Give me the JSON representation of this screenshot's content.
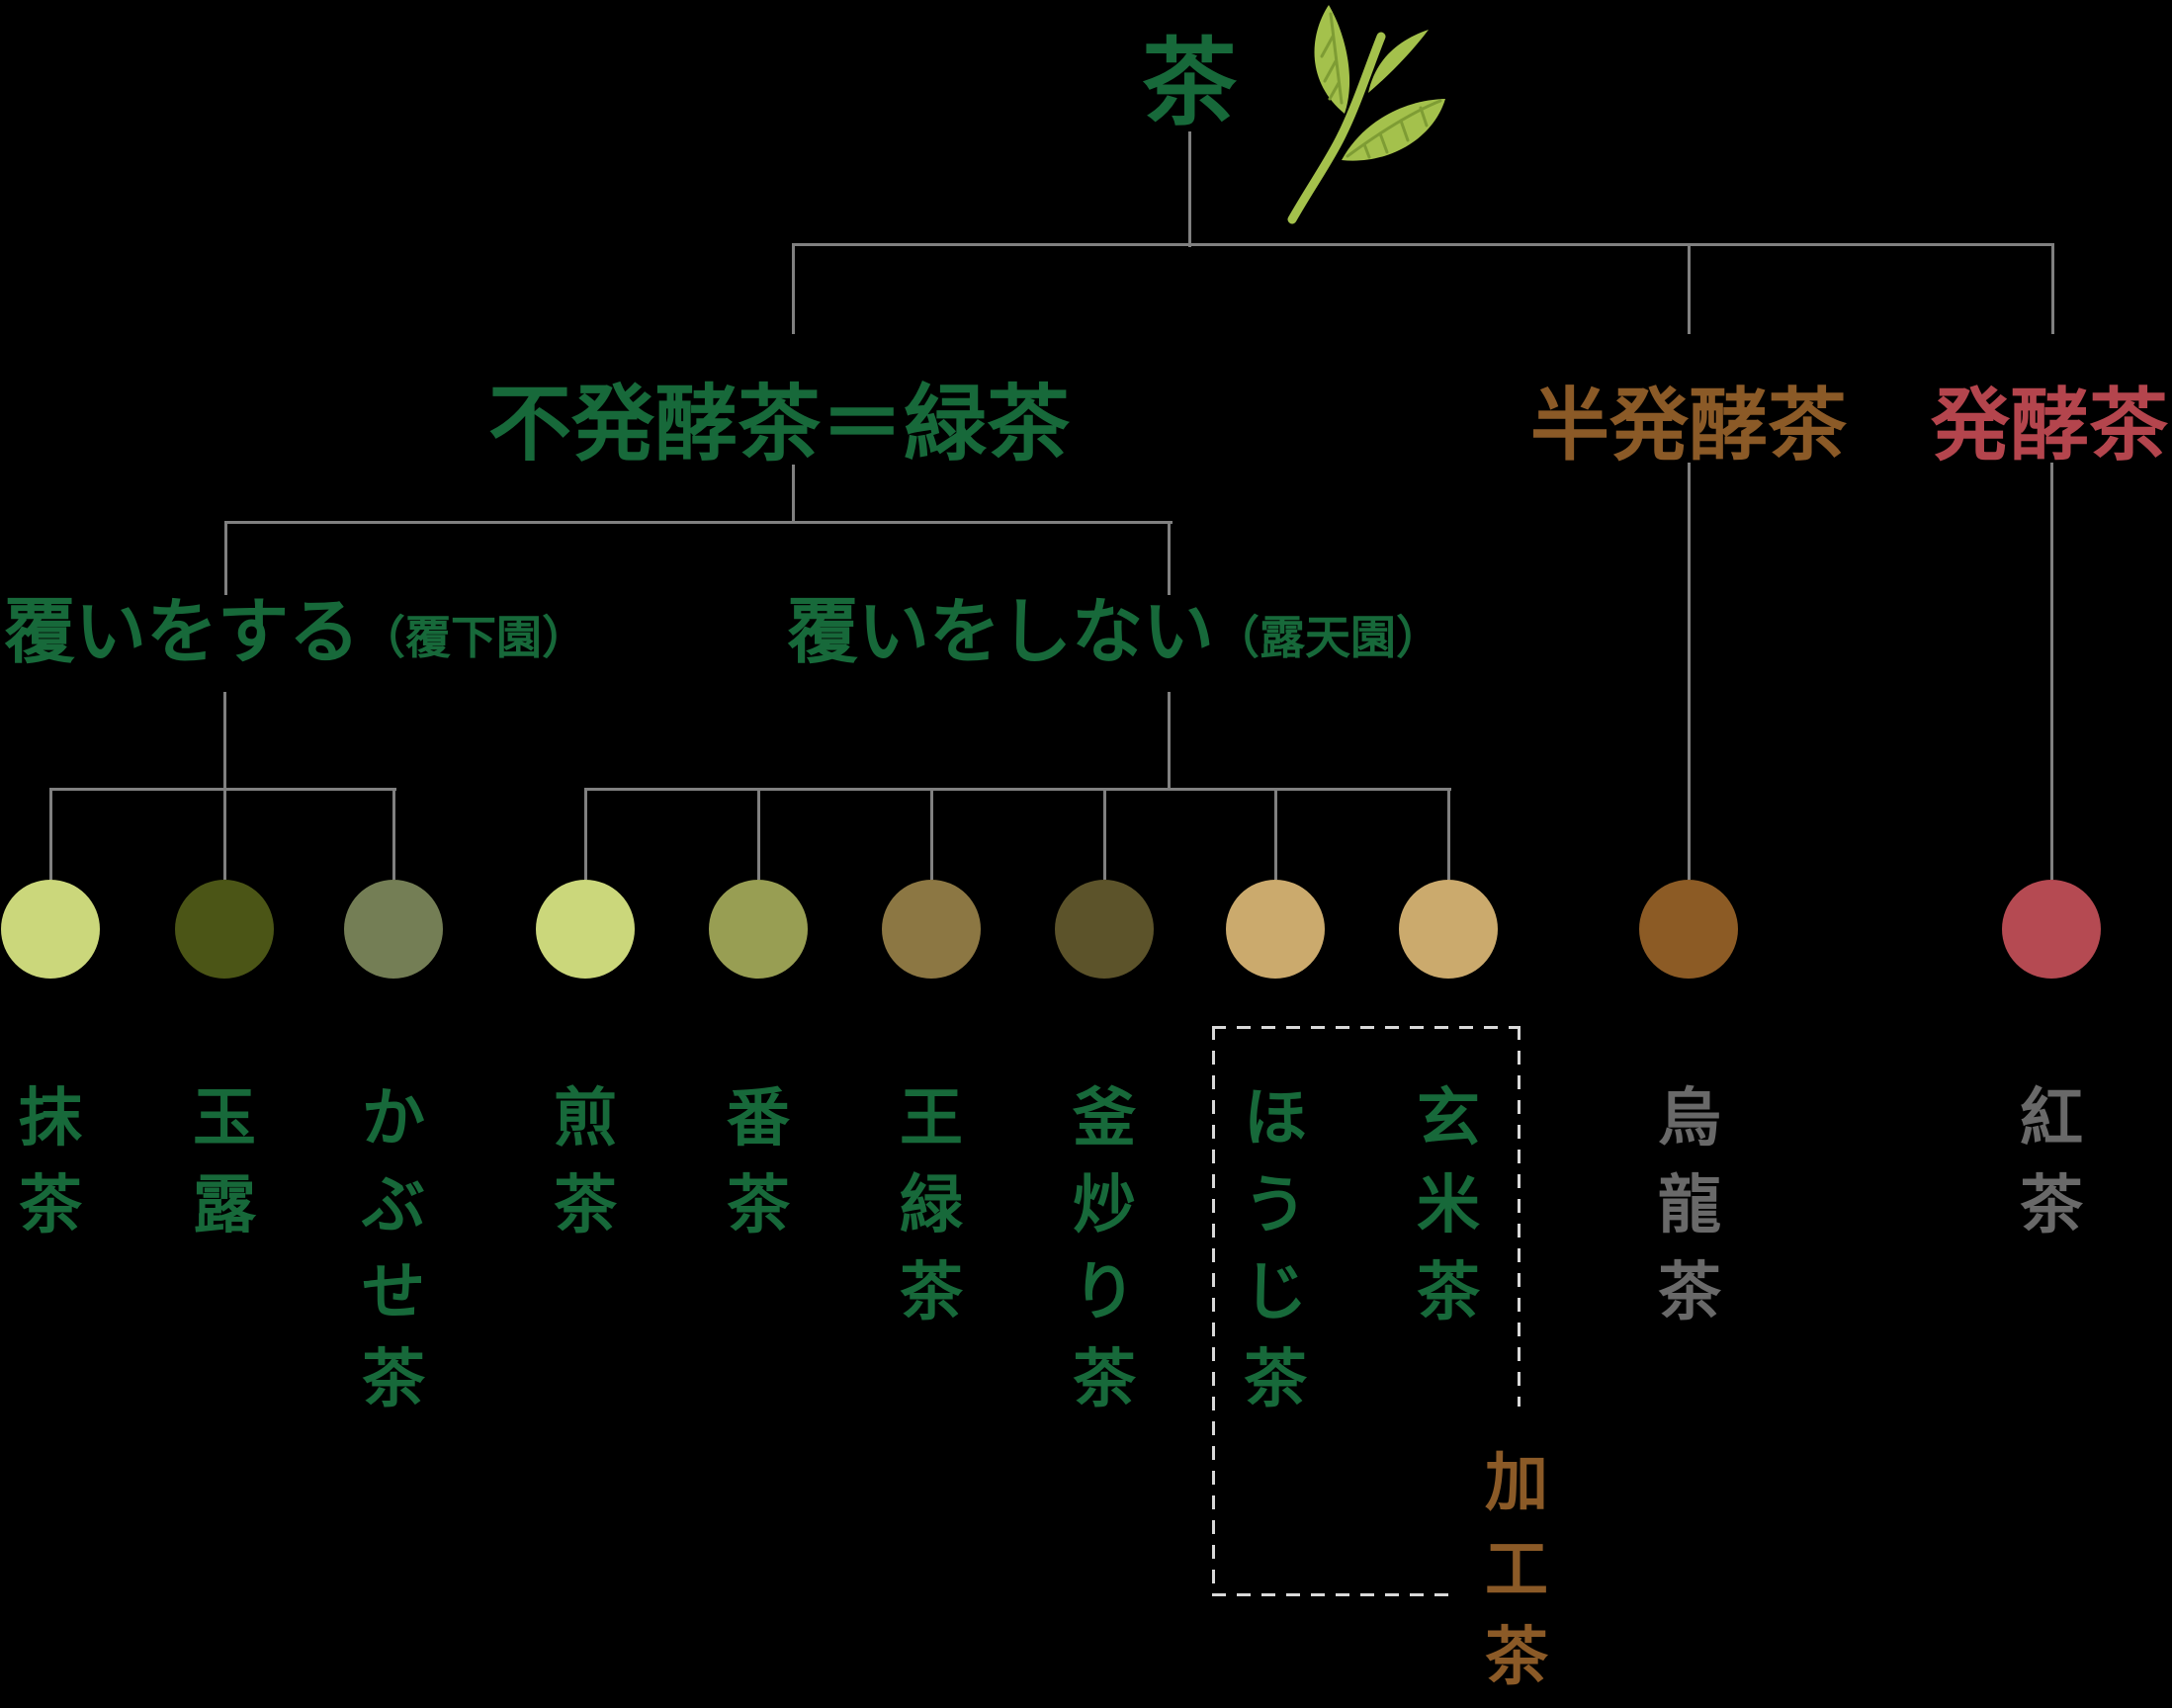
{
  "title": "茶",
  "level1": [
    {
      "id": "unfermented",
      "label": "不発酵茶＝緑茶",
      "color": "#17693a"
    },
    {
      "id": "semi_fermented",
      "label": "半発酵茶",
      "color": "#8b5a27"
    },
    {
      "id": "fermented",
      "label": "発酵茶",
      "color": "#b4454d"
    }
  ],
  "level2": [
    {
      "id": "covered",
      "label": "覆いをする",
      "note": "（覆下園）",
      "color": "#17693a"
    },
    {
      "id": "uncovered",
      "label": "覆いをしない",
      "note": "（露天園）",
      "color": "#17693a"
    }
  ],
  "teas": [
    {
      "name": "抹茶",
      "group": "covered",
      "circle_color": "#cbd77b",
      "text_color": "#17693a"
    },
    {
      "name": "玉露",
      "group": "covered",
      "circle_color": "#4b5516",
      "text_color": "#17693a"
    },
    {
      "name": "かぶせ茶",
      "group": "covered",
      "circle_color": "#747e55",
      "text_color": "#17693a"
    },
    {
      "name": "煎茶",
      "group": "uncovered",
      "circle_color": "#cbd77b",
      "text_color": "#17693a"
    },
    {
      "name": "番茶",
      "group": "uncovered",
      "circle_color": "#989e53",
      "text_color": "#17693a"
    },
    {
      "name": "王緑茶",
      "group": "uncovered",
      "circle_color": "#8c7743",
      "text_color": "#17693a"
    },
    {
      "name": "釜炒り茶",
      "group": "uncovered",
      "circle_color": "#5c532a",
      "text_color": "#17693a"
    },
    {
      "name": "ほうじ茶",
      "group": "uncovered",
      "circle_color": "#cbaa6d",
      "text_color": "#17693a"
    },
    {
      "name": "玄米茶",
      "group": "uncovered",
      "circle_color": "#cbaa6d",
      "text_color": "#17693a"
    },
    {
      "name": "烏龍茶",
      "group": "semi_fermented",
      "circle_color": "#8c5b25",
      "text_color": "#696969"
    },
    {
      "name": "紅茶",
      "group": "fermented",
      "circle_color": "#b54a52",
      "text_color": "#696969"
    }
  ],
  "processed_box": {
    "label": "加工茶",
    "color": "#8b5a27",
    "members": [
      "ほうじ茶",
      "玄米茶"
    ]
  },
  "colors": {
    "background": "#000000",
    "line": "#808080",
    "dash": "#d9d9d9",
    "leaf": "#a4c14c",
    "leaf_vein": "#7e9c34"
  }
}
